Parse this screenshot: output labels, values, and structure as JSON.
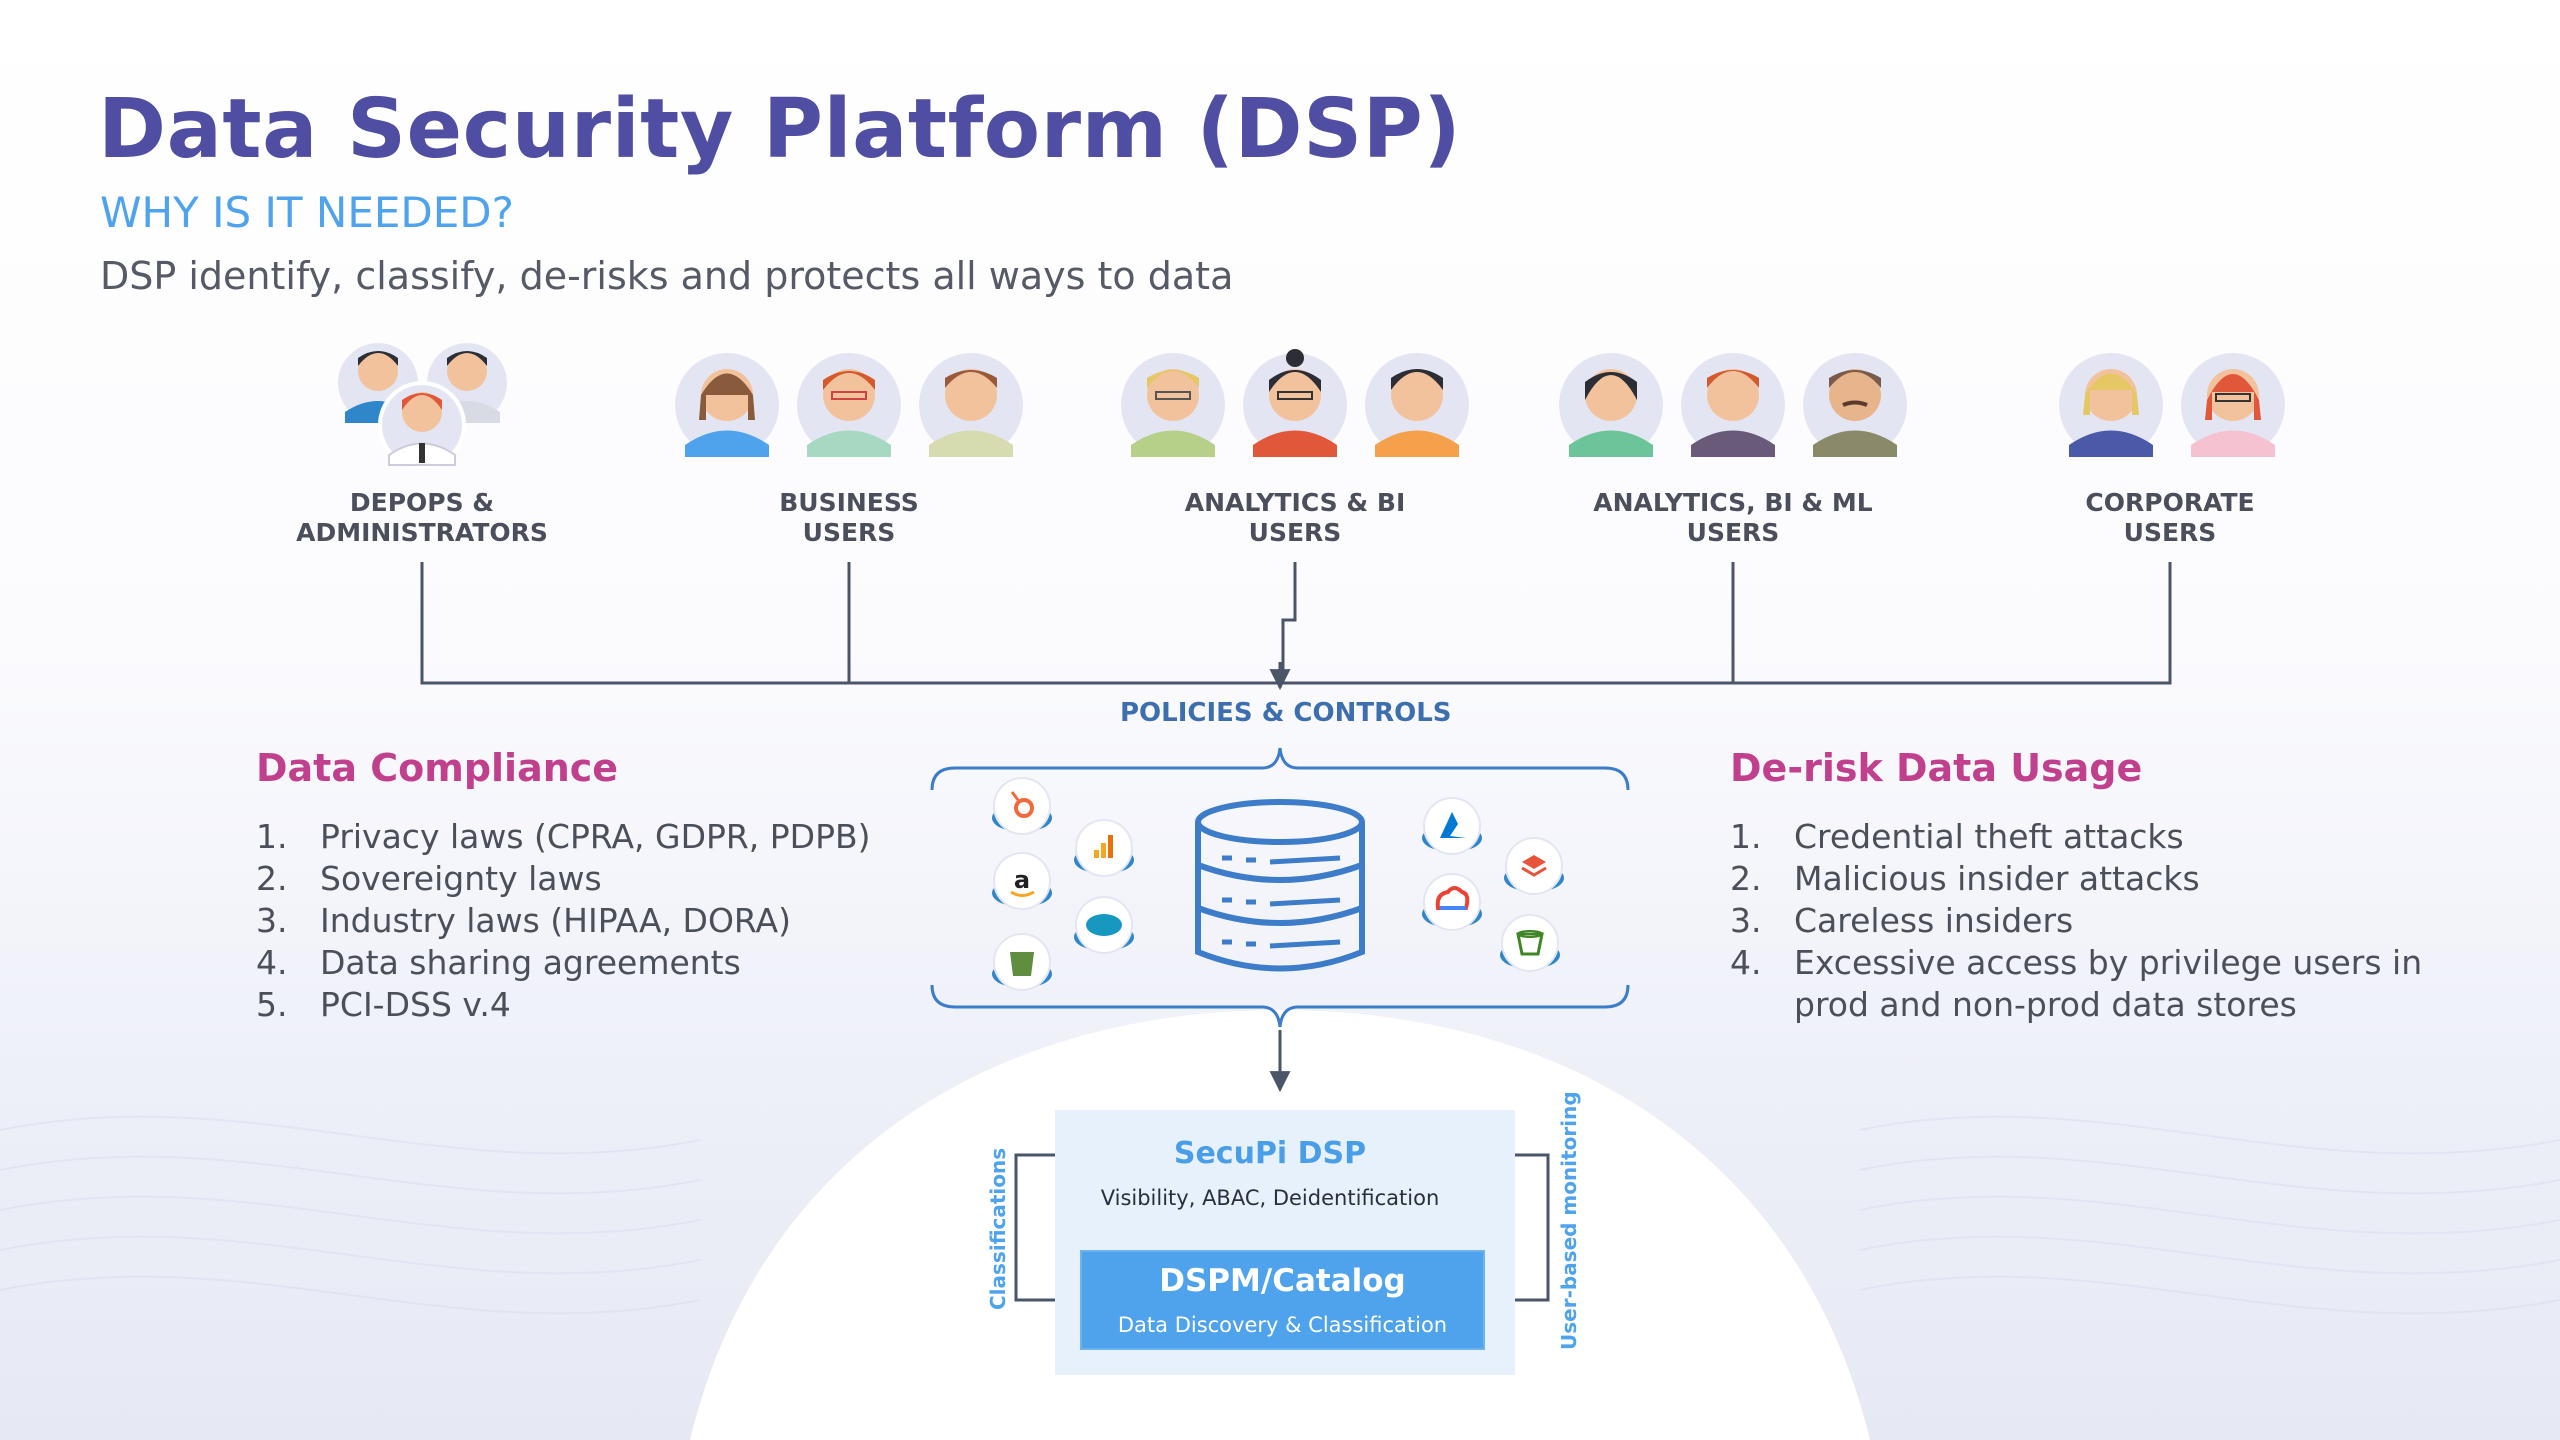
{
  "header": {
    "title": "Data Security Platform (DSP)",
    "subtitle": "WHY IS IT NEEDED?",
    "tagline": "DSP identify, classify, de-risks and protects all ways to data"
  },
  "user_groups": [
    {
      "line1": "DEPOPS &",
      "line2": "ADMINISTRATORS"
    },
    {
      "line1": "BUSINESS",
      "line2": "USERS"
    },
    {
      "line1": "ANALYTICS & BI",
      "line2": "USERS"
    },
    {
      "line1": "ANALYTICS, BI & ML",
      "line2": "USERS"
    },
    {
      "line1": "CORPORATE",
      "line2": "USERS"
    }
  ],
  "policies_label": "POLICIES & CONTROLS",
  "compliance": {
    "title": "Data Compliance",
    "items": [
      {
        "num": "1.",
        "text": "Privacy laws (CPRA, GDPR, PDPB)"
      },
      {
        "num": "2.",
        "text": "Sovereignty laws"
      },
      {
        "num": "3.",
        "text": "Industry laws (HIPAA, DORA)"
      },
      {
        "num": "4.",
        "text": "Data sharing agreements"
      },
      {
        "num": "5.",
        "text": "PCI-DSS v.4"
      }
    ]
  },
  "derisk": {
    "title": "De-risk Data Usage",
    "items": [
      {
        "num": "1.",
        "text": "Credential theft attacks"
      },
      {
        "num": "2.",
        "text": "Malicious insider attacks"
      },
      {
        "num": "3.",
        "text": "Careless insiders"
      },
      {
        "num": "4.",
        "text": "Excessive access by privilege users in prod and non-prod data stores"
      }
    ]
  },
  "platform": {
    "secupi_title": "SecuPi DSP",
    "secupi_sub": "Visibility, ABAC, Deidentification",
    "dspm_title": "DSPM/Catalog",
    "dspm_sub": "Data Discovery & Classification",
    "left_label": "Classifications",
    "right_label": "User-based monitoring"
  },
  "data_source_icons": [
    "hubspot-icon",
    "analytics-icon",
    "amazon-icon",
    "salesforce-icon",
    "shopify-icon",
    "azure-icon",
    "aws-icon",
    "google-cloud-icon",
    "bucket-icon"
  ],
  "colors": {
    "title": "#4f4ea2",
    "subtitle": "#4ea3ec",
    "section_title": "#c0408e",
    "connector": "#4a5568",
    "bracket": "#3d7cc9",
    "platform_blue": "#4ea3ec"
  }
}
